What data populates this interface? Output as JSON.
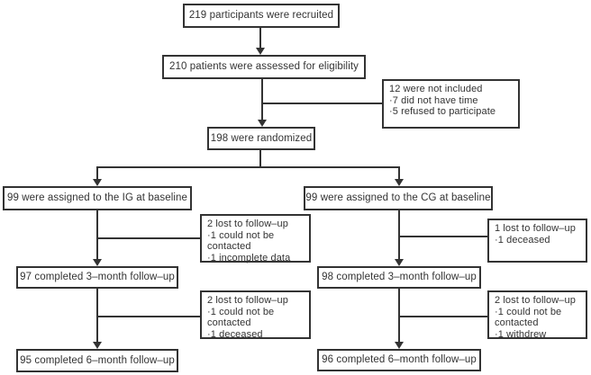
{
  "figure": {
    "colors": {
      "line": "#333333",
      "box_border": "#333333",
      "box_fill": "#ffffff",
      "text": "#333333",
      "background": "#ffffff"
    }
  },
  "nodes": {
    "recruited": {
      "label": "219 participants were recruited"
    },
    "assessed": {
      "label": "210 patients were assessed for eligibility"
    },
    "not_included": {
      "lines": [
        "12 were not included",
        "·7 did not have time",
        "·5 refused to participate"
      ]
    },
    "randomized": {
      "label": "198 were randomized"
    },
    "ig_baseline": {
      "label": "99 were assigned to the IG at baseline"
    },
    "cg_baseline": {
      "label": "99 were assigned to the CG at baseline"
    },
    "ig_loss_3m": {
      "lines": [
        "2 lost to follow–up",
        "·1 could not be",
        "contacted",
        "·1 incomplete data"
      ]
    },
    "cg_loss_3m": {
      "lines": [
        "1 lost to follow–up",
        "·1 deceased"
      ]
    },
    "ig_3m": {
      "label": "97 completed 3–month follow–up"
    },
    "cg_3m": {
      "label": "98 completed 3–month follow–up"
    },
    "ig_loss_6m": {
      "lines": [
        "2 lost to follow–up",
        "·1 could not be",
        "contacted",
        "·1 deceased"
      ]
    },
    "cg_loss_6m": {
      "lines": [
        "2 lost to follow–up",
        "·1 could not be",
        "contacted",
        "·1 withdrew"
      ]
    },
    "ig_6m": {
      "label": "95 completed 6–month follow–up"
    },
    "cg_6m": {
      "label": "96 completed 6–month follow–up"
    }
  }
}
